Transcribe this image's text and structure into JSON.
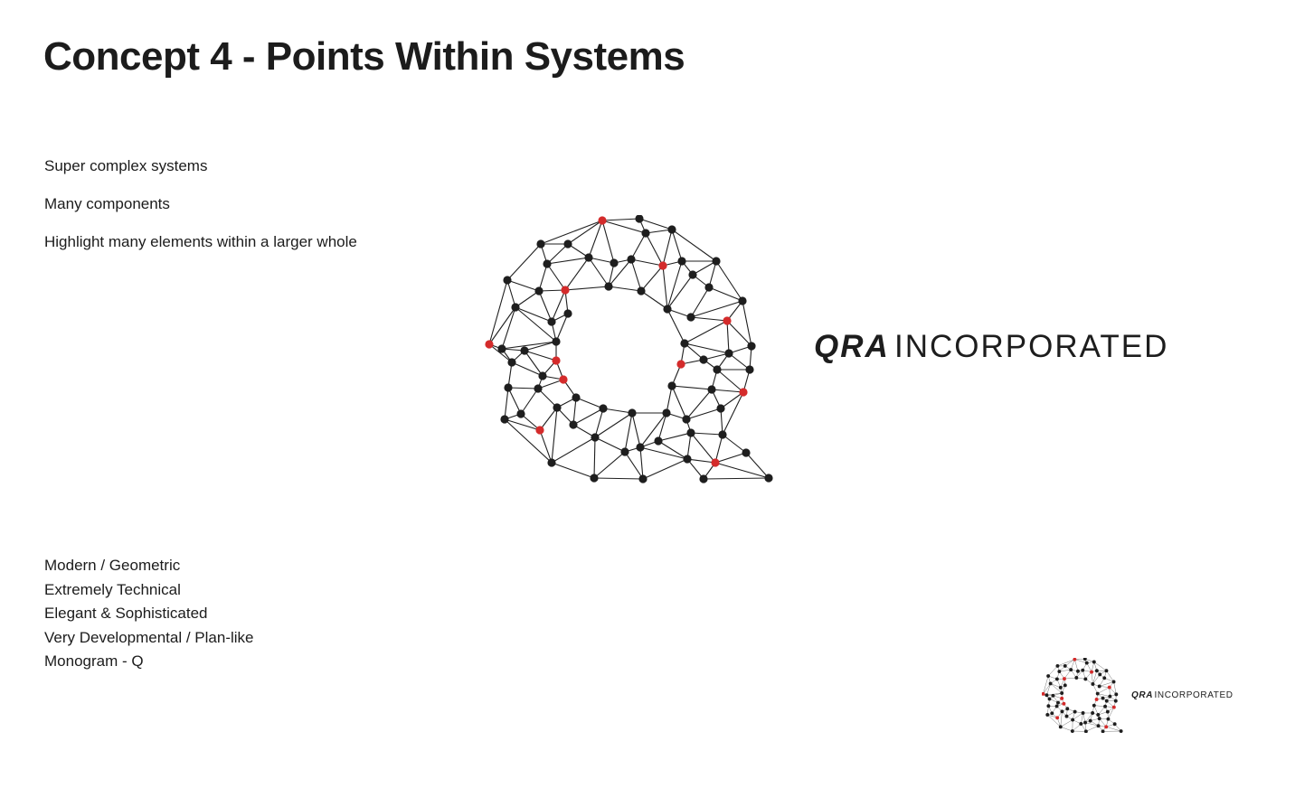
{
  "page": {
    "title": "Concept 4 - Points Within Systems"
  },
  "bullets": [
    "Super complex systems",
    "Many components",
    "Highlight many elements within a larger whole"
  ],
  "traits": [
    "Modern / Geometric",
    "Extremely Technical",
    "Elegant & Sophisticated",
    "Very Developmental / Plan-like",
    "Monogram - Q"
  ],
  "brand": {
    "name_bold": "QRA",
    "name_light": "INCORPORATED",
    "node_color": "#1e1e1e",
    "accent_color": "#d42b2b"
  }
}
